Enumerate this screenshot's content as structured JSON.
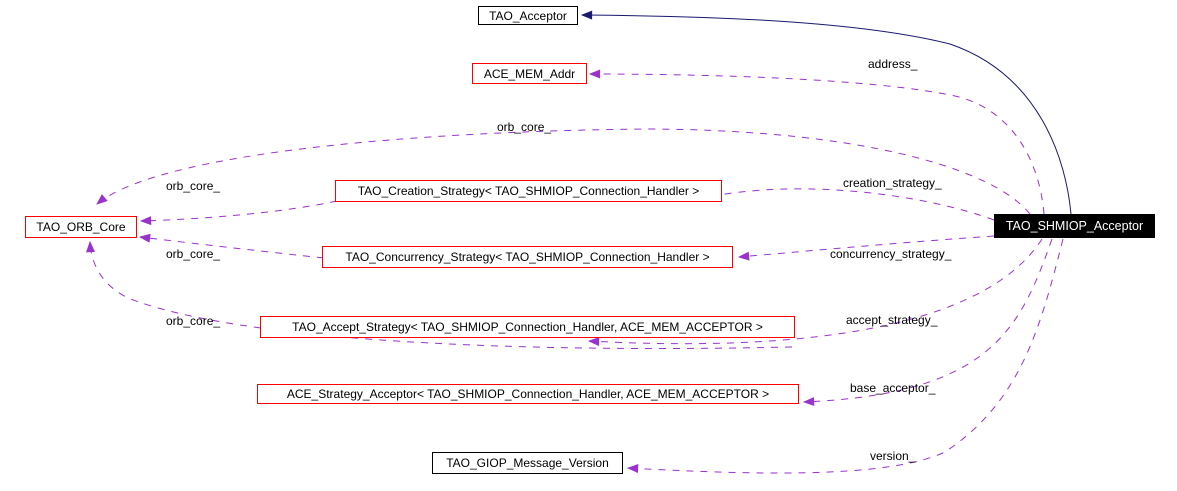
{
  "diagram_title": "TAO_SHMIOP_Acceptor collaboration graph",
  "colors": {
    "background": "#ffffff",
    "usage_edge": "#9a32cd",
    "inheritance_edge": "#191970",
    "node_border_red": "#fe0000",
    "node_border_black": "#000000",
    "focus_node_bg": "#000000",
    "focus_node_text": "#ffffff"
  },
  "nodes": [
    {
      "label": "TAO_Acceptor",
      "border": "black"
    },
    {
      "label": "ACE_MEM_Addr",
      "border": "red"
    },
    {
      "label": "TAO_ORB_Core",
      "border": "red"
    },
    {
      "label": "TAO_Creation_Strategy< TAO_SHMIOP_Connection_Handler >",
      "border": "red"
    },
    {
      "label": "TAO_Concurrency_Strategy< TAO_SHMIOP_Connection_Handler >",
      "border": "red"
    },
    {
      "label": "TAO_Accept_Strategy< TAO_SHMIOP_Connection_Handler, ACE_MEM_ACCEPTOR >",
      "border": "red"
    },
    {
      "label": "ACE_Strategy_Acceptor< TAO_SHMIOP_Connection_Handler, ACE_MEM_ACCEPTOR >",
      "border": "red"
    },
    {
      "label": "TAO_GIOP_Message_Version",
      "border": "black"
    },
    {
      "label": "TAO_SHMIOP_Acceptor",
      "border": "focus"
    }
  ],
  "edge_labels": [
    {
      "text": "address_"
    },
    {
      "text": "orb_core_"
    },
    {
      "text": "creation_strategy_"
    },
    {
      "text": "orb_core_"
    },
    {
      "text": "concurrency_strategy_"
    },
    {
      "text": "orb_core_"
    },
    {
      "text": "accept_strategy_"
    },
    {
      "text": "orb_core_"
    },
    {
      "text": "base_acceptor_"
    },
    {
      "text": "version_"
    }
  ],
  "edges": [
    {
      "from": "TAO_SHMIOP_Acceptor",
      "to": "TAO_Acceptor",
      "kind": "inheritance",
      "label": ""
    },
    {
      "from": "TAO_SHMIOP_Acceptor",
      "to": "ACE_MEM_Addr",
      "kind": "usage",
      "label": "address_"
    },
    {
      "from": "TAO_SHMIOP_Acceptor",
      "to": "TAO_ORB_Core",
      "kind": "usage",
      "label": "orb_core_"
    },
    {
      "from": "TAO_SHMIOP_Acceptor",
      "to": "TAO_Creation_Strategy< TAO_SHMIOP_Connection_Handler >",
      "kind": "usage",
      "label": "creation_strategy_"
    },
    {
      "from": "TAO_Creation_Strategy< TAO_SHMIOP_Connection_Handler >",
      "to": "TAO_ORB_Core",
      "kind": "usage",
      "label": "orb_core_"
    },
    {
      "from": "TAO_SHMIOP_Acceptor",
      "to": "TAO_Concurrency_Strategy< TAO_SHMIOP_Connection_Handler >",
      "kind": "usage",
      "label": "concurrency_strategy_"
    },
    {
      "from": "TAO_Concurrency_Strategy< TAO_SHMIOP_Connection_Handler >",
      "to": "TAO_ORB_Core",
      "kind": "usage",
      "label": "orb_core_"
    },
    {
      "from": "TAO_SHMIOP_Acceptor",
      "to": "TAO_Accept_Strategy< TAO_SHMIOP_Connection_Handler, ACE_MEM_ACCEPTOR >",
      "kind": "usage",
      "label": "accept_strategy_"
    },
    {
      "from": "TAO_Accept_Strategy< TAO_SHMIOP_Connection_Handler, ACE_MEM_ACCEPTOR >",
      "to": "TAO_ORB_Core",
      "kind": "usage",
      "label": "orb_core_"
    },
    {
      "from": "TAO_SHMIOP_Acceptor",
      "to": "ACE_Strategy_Acceptor< TAO_SHMIOP_Connection_Handler, ACE_MEM_ACCEPTOR >",
      "kind": "usage",
      "label": "base_acceptor_"
    },
    {
      "from": "TAO_SHMIOP_Acceptor",
      "to": "TAO_GIOP_Message_Version",
      "kind": "usage",
      "label": "version_"
    }
  ]
}
